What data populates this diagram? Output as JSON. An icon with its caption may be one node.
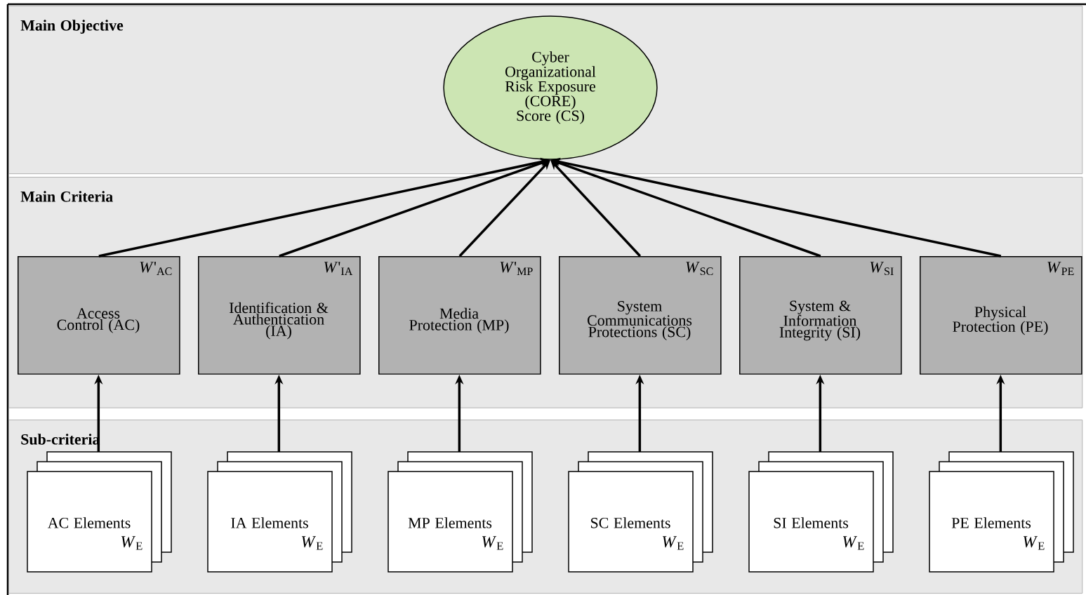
{
  "diagram": {
    "nodes": [
      {
        "text": [
          "Main Objective"
        ]
      },
      {
        "text": [
          "Main Criteria"
        ]
      },
      {
        "text": [
          "Sub-criteria"
        ]
      },
      {
        "text": [
          "Cyber Organizational Risk Exposure (CORE) Score (CS)"
        ],
        "in": 0
      },
      {
        "text": [
          "*W*'$_{AC}$",
          "Access Control (AC)"
        ],
        "in": 1
      },
      {
        "text": [
          "*W*'$_{IA}$",
          "Identification & Authentication (IA)"
        ],
        "in": 1
      },
      {
        "text": [
          "*W*'$_{MP}$",
          "Media Protection (MP)"
        ],
        "in": 1
      },
      {
        "text": [
          "*W*$_{SC}$",
          "System Communications Protections (SC)"
        ],
        "in": 1
      },
      {
        "text": [
          "*W*$_{SI}$",
          "System & Information Integrity (SI)"
        ],
        "in": 1
      },
      {
        "text": [
          "*W*$_{PE}$",
          "Physical Protection (PE)"
        ],
        "in": 1
      },
      {
        "text": [
          "AC Elements",
          "*W*$_{E}$"
        ],
        "in": 2
      },
      {
        "text": [
          "IA Elements",
          "*W*$_{E}$"
        ],
        "in": 2
      },
      {
        "text": [
          "MP Elements",
          "*W*$_{E}$"
        ],
        "in": 2
      },
      {
        "text": [
          "SC Elements",
          "*W*$_{E}$"
        ],
        "in": 2
      },
      {
        "text": [
          "SI Elements",
          "*W*$_{E}$"
        ],
        "in": 2
      },
      {
        "text": [
          "PE Elements",
          "*W*$_{E}$"
        ],
        "in": 2
      }
    ],
    "edges": [
      {
        "from": 4,
        "to": 3,
        "arrow": "to"
      },
      {
        "from": 5,
        "to": 3,
        "arrow": "to"
      },
      {
        "from": 6,
        "to": 3,
        "arrow": "to"
      },
      {
        "from": 7,
        "to": 3,
        "arrow": "to"
      },
      {
        "from": 8,
        "to": 3,
        "arrow": "to"
      },
      {
        "from": 9,
        "to": 3,
        "arrow": "to"
      },
      {
        "from": 10,
        "to": 4,
        "arrow": "to"
      },
      {
        "from": 11,
        "to": 5,
        "arrow": "to"
      },
      {
        "from": 12,
        "to": 6,
        "arrow": "to"
      },
      {
        "from": 13,
        "to": 7,
        "arrow": "to"
      },
      {
        "from": 14,
        "to": 8,
        "arrow": "to"
      },
      {
        "from": 15,
        "to": 9,
        "arrow": "to"
      }
    ]
  }
}
